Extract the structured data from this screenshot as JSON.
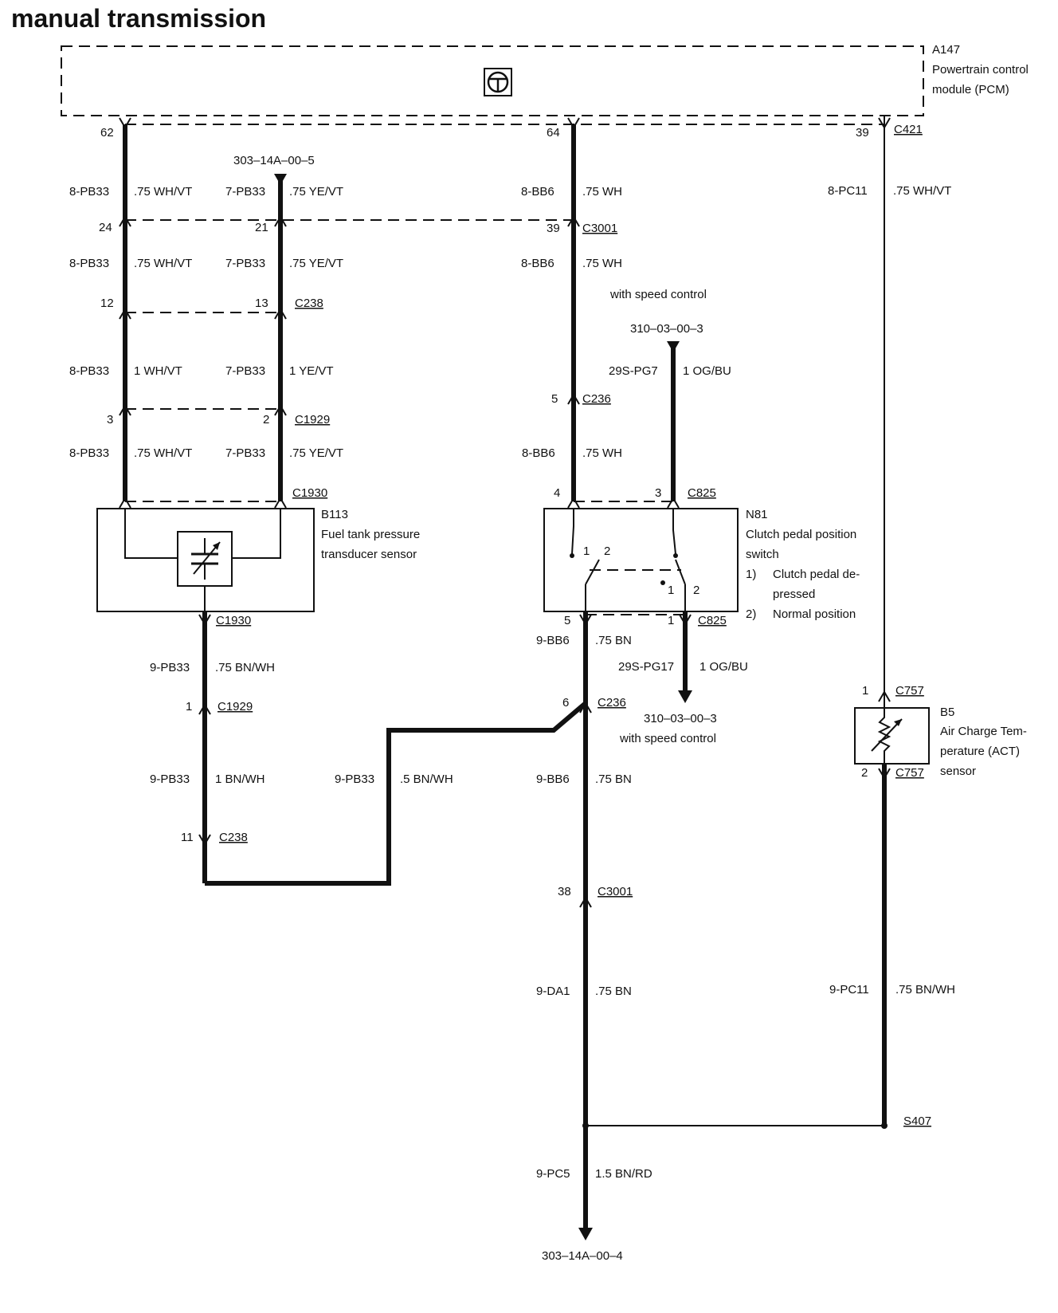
{
  "title": "manual transmission",
  "pcm": {
    "id": "A147",
    "name_line1": "Powertrain control",
    "name_line2": "module (PCM)"
  },
  "pcm_pins": {
    "left": "62",
    "mid": "64",
    "right": "39",
    "connector": "C421"
  },
  "ref_top": "303–14A–00–5",
  "ref_speed_top": "310–03–00–3",
  "ref_speed_bottom": "310–03–00–3",
  "with_speed_control_top": "with speed control",
  "with_speed_control_bottom": "with speed control",
  "ref_bottom": "303–14A–00–4",
  "circuits": {
    "c1": "8-PB33",
    "w1": ".75 WH/VT",
    "c2": "7-PB33",
    "w2": ".75 YE/VT",
    "c3": "8-BB6",
    "w3": ".75 WH",
    "c4": "8-PC11",
    "w4": ".75 WH/VT",
    "c5": "8-PB33",
    "w5": ".75 WH/VT",
    "c6": "7-PB33",
    "w6": ".75 YE/VT",
    "c7": "8-BB6",
    "w7": ".75 WH",
    "c8": "8-PB33",
    "w8": "1 WH/VT",
    "c9": "7-PB33",
    "w9": "1 YE/VT",
    "c10": "29S-PG7",
    "w10": "1 OG/BU",
    "c11": "8-PB33",
    "w11": ".75 WH/VT",
    "c12": "7-PB33",
    "w12": ".75 YE/VT",
    "c13": "8-BB6",
    "w13": ".75 WH",
    "c14": "9-PB33",
    "w14": ".75 BN/WH",
    "c15": "9-BB6",
    "w15": ".75 BN",
    "c16": "29S-PG17",
    "w16": "1 OG/BU",
    "c17": "9-PB33",
    "w17": "1 BN/WH",
    "c18": "9-PB33",
    "w18": ".5 BN/WH",
    "c19": "9-BB6",
    "w19": ".75 BN",
    "c20": "9-DA1",
    "w20": ".75 BN",
    "c21": "9-PC11",
    "w21": ".75 BN/WH",
    "c22": "9-PC5",
    "w22": "1.5 BN/RD"
  },
  "connectors": {
    "c3001_top": "C3001",
    "c238_top": "C238",
    "c236_top": "C236",
    "c1929_top": "C1929",
    "c1930_top": "C1930",
    "c825_top": "C825",
    "c1930_bottom": "C1930",
    "c825_bottom": "C825",
    "c1929_bottom": "C1929",
    "c236_bottom": "C236",
    "c757_top": "C757",
    "c757_bottom": "C757",
    "c238_bottom": "C238",
    "c3001_bottom": "C3001",
    "s407": "S407"
  },
  "pins": {
    "p24": "24",
    "p21": "21",
    "p39": "39",
    "p12": "12",
    "p13": "13",
    "p5a": "5",
    "p3a": "3",
    "p2a": "2",
    "p4": "4",
    "p3b": "3",
    "p5b": "5",
    "p1a": "1",
    "p1b": "1",
    "p6": "6",
    "p1c": "1",
    "p2b": "2",
    "p11": "11",
    "p38": "38"
  },
  "b113": {
    "id": "B113",
    "name_line1": "Fuel tank pressure",
    "name_line2": "transducer sensor"
  },
  "n81": {
    "id": "N81",
    "name_line1": "Clutch pedal position",
    "name_line2": "switch",
    "note1_num": "1)",
    "note1_line1": "Clutch pedal de-",
    "note1_line2": "pressed",
    "note2_num": "2)",
    "note2_line1": "Normal position",
    "sw_1a": "1",
    "sw_2a": "2",
    "sw_1b": "1",
    "sw_2b": "2"
  },
  "b5": {
    "id": "B5",
    "name_line1": "Air Charge Tem-",
    "name_line2": "perature (ACT)",
    "name_line3": "sensor"
  }
}
